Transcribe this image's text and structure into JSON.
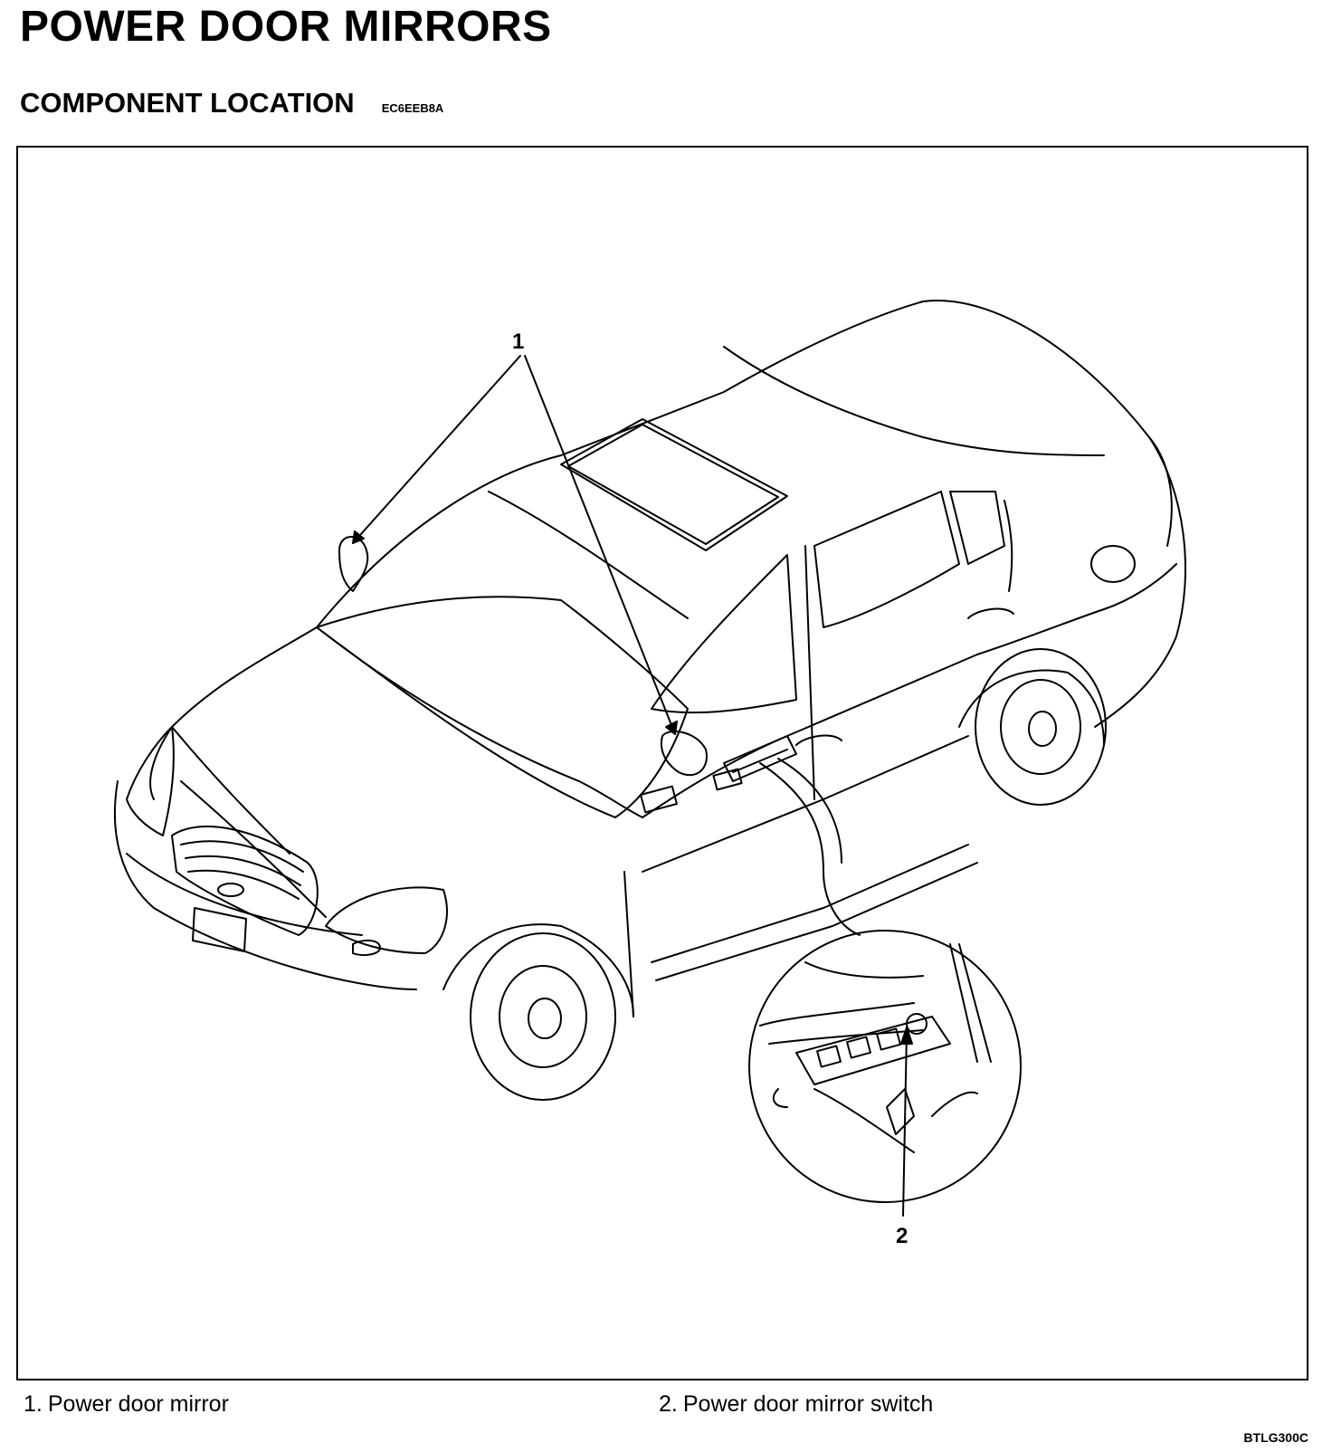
{
  "header": {
    "title": "POWER DOOR MIRRORS",
    "section": "COMPONENT LOCATION",
    "section_code": "EC6EEB8A"
  },
  "figure": {
    "callouts": [
      "1",
      "2"
    ],
    "code": "BTLG300C"
  },
  "legend": [
    {
      "number": "1.",
      "label": "Power door mirror"
    },
    {
      "number": "2.",
      "label": "Power door mirror switch"
    }
  ]
}
